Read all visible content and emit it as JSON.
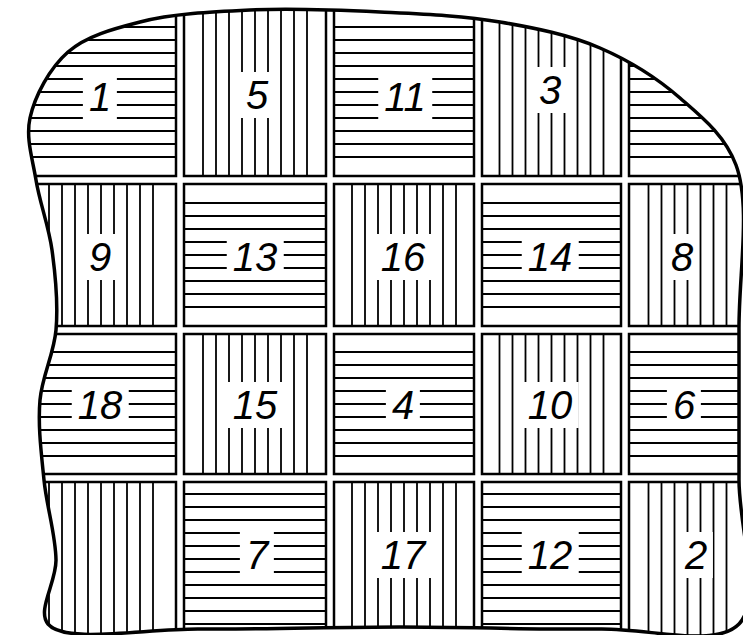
{
  "diagram": {
    "labels": [
      "1",
      "5",
      "11",
      "3",
      "9",
      "13",
      "16",
      "14",
      "8",
      "18",
      "15",
      "4",
      "10",
      "6",
      "7",
      "17",
      "12",
      "2"
    ]
  }
}
